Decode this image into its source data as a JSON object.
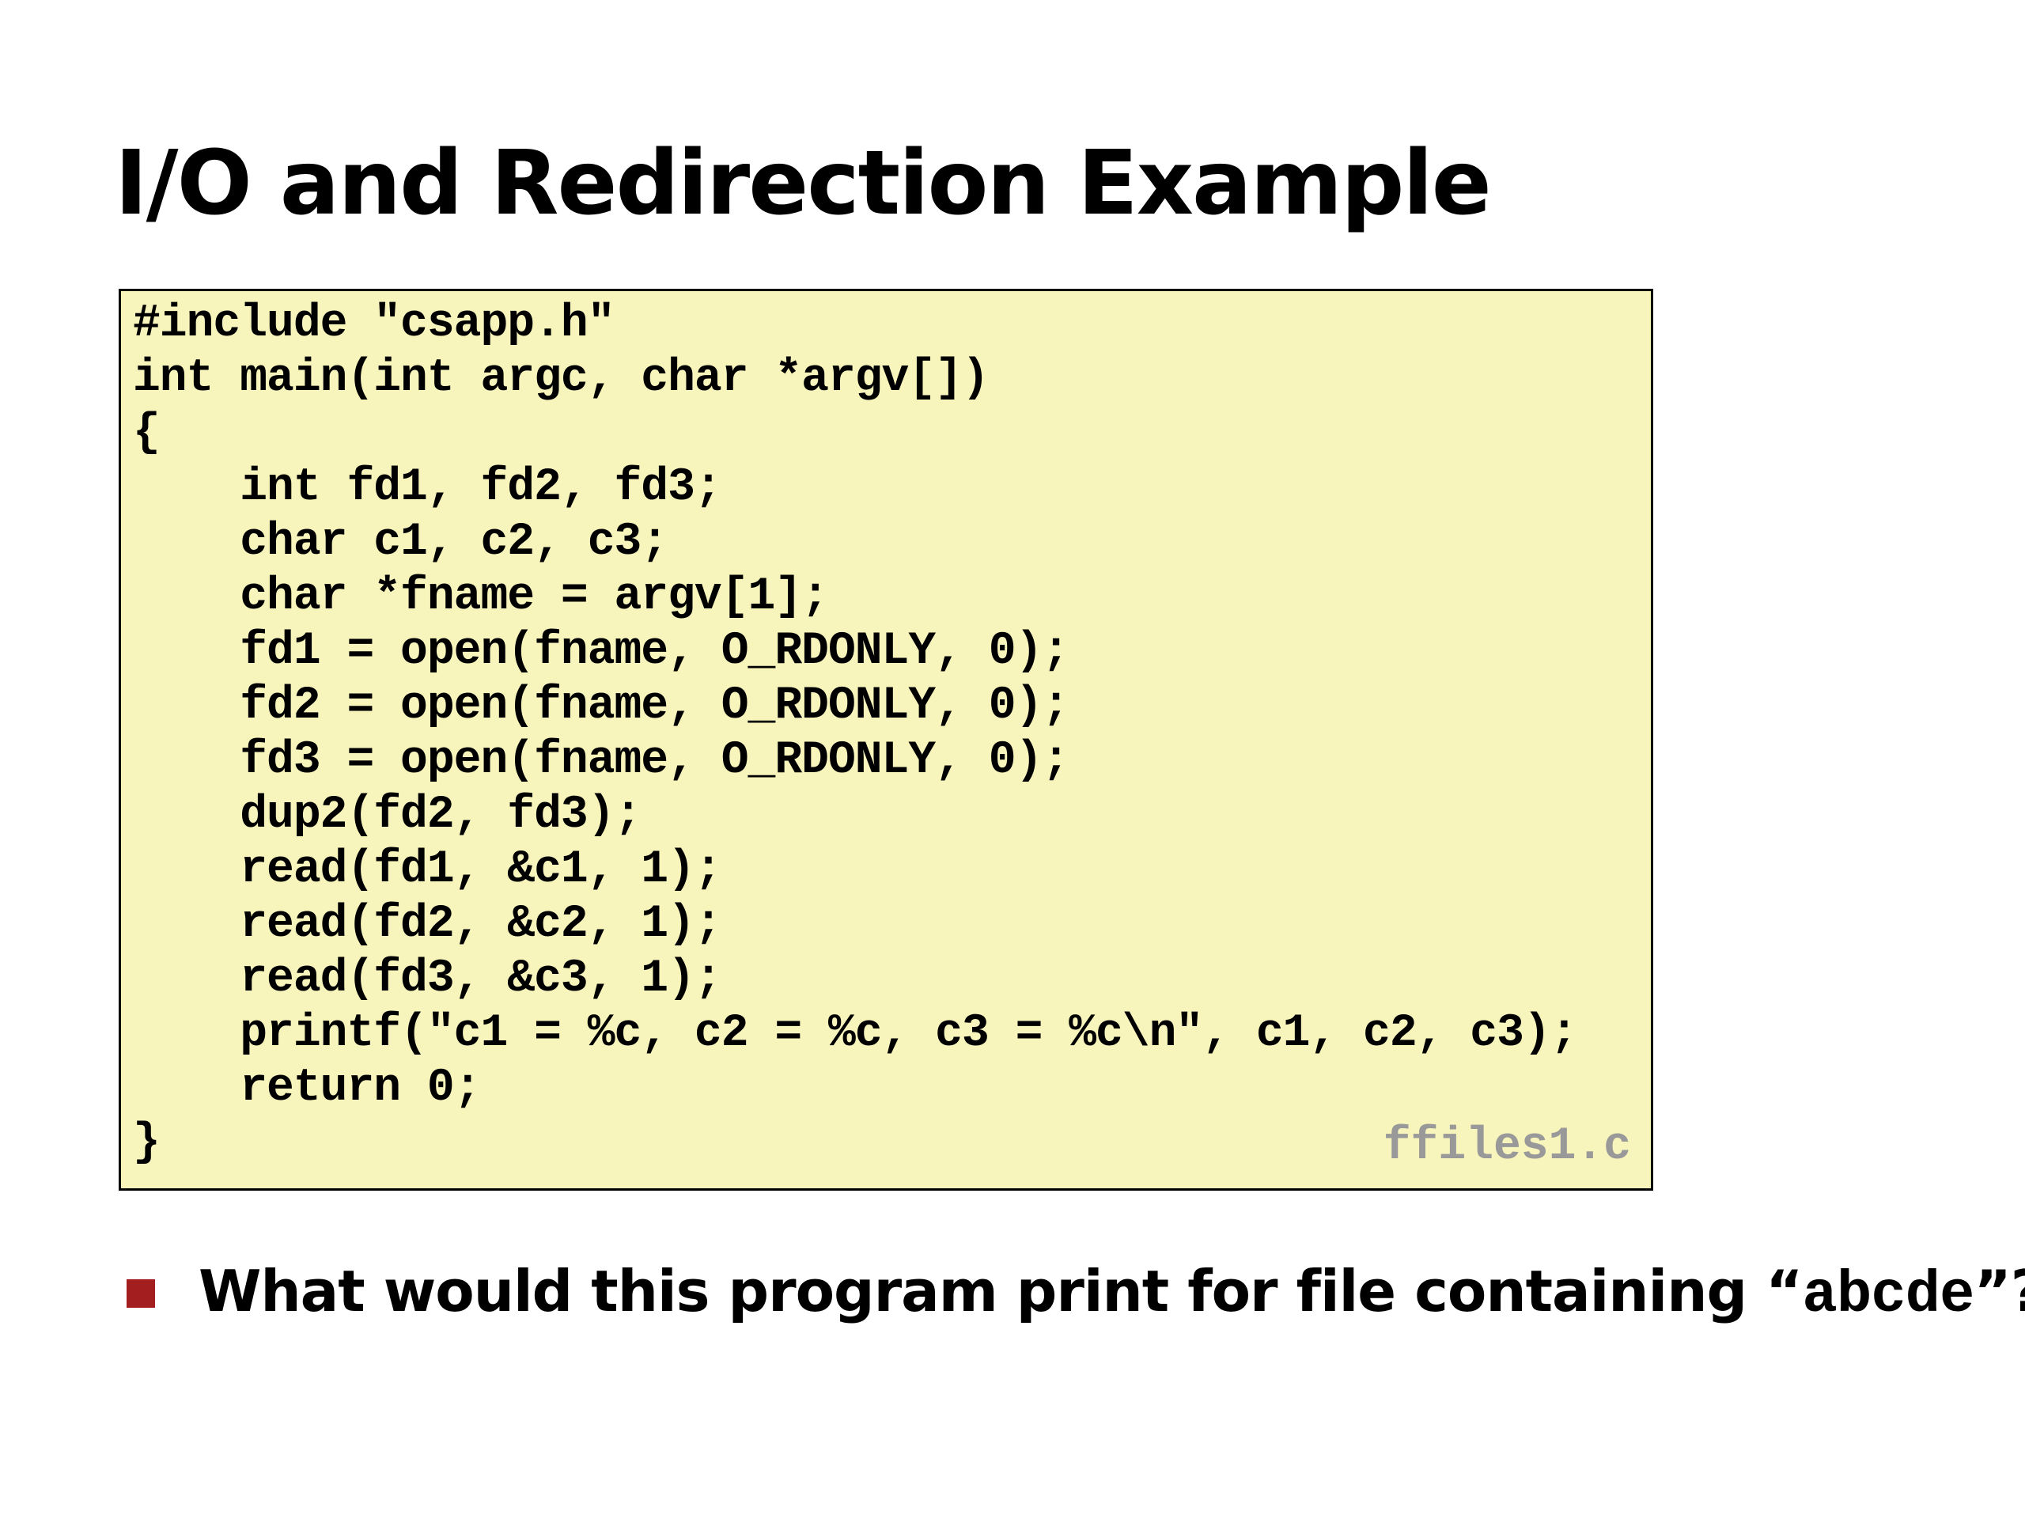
{
  "slide": {
    "title": "I/O and Redirection Example"
  },
  "code": {
    "lines": [
      "#include \"csapp.h\"",
      "int main(int argc, char *argv[])",
      "{",
      "    int fd1, fd2, fd3;",
      "    char c1, c2, c3;",
      "    char *fname = argv[1];",
      "    fd1 = open(fname, O_RDONLY, 0);",
      "    fd2 = open(fname, O_RDONLY, 0);",
      "    fd3 = open(fname, O_RDONLY, 0);",
      "    dup2(fd2, fd3);",
      "    read(fd1, &c1, 1);",
      "    read(fd2, &c2, 1);",
      "    read(fd3, &c3, 1);",
      "    printf(\"c1 = %c, c2 = %c, c3 = %c\\n\", c1, c2, c3);",
      "    return 0;",
      "}"
    ],
    "file_name": "ffiles1.c"
  },
  "bullet": {
    "text_before": "What would this program print for file containing “",
    "code": "abcde",
    "text_after": "”?",
    "marker_color": "#a31f1f"
  },
  "colors": {
    "code_background": "#f7f4bc",
    "file_name": "#999999"
  }
}
